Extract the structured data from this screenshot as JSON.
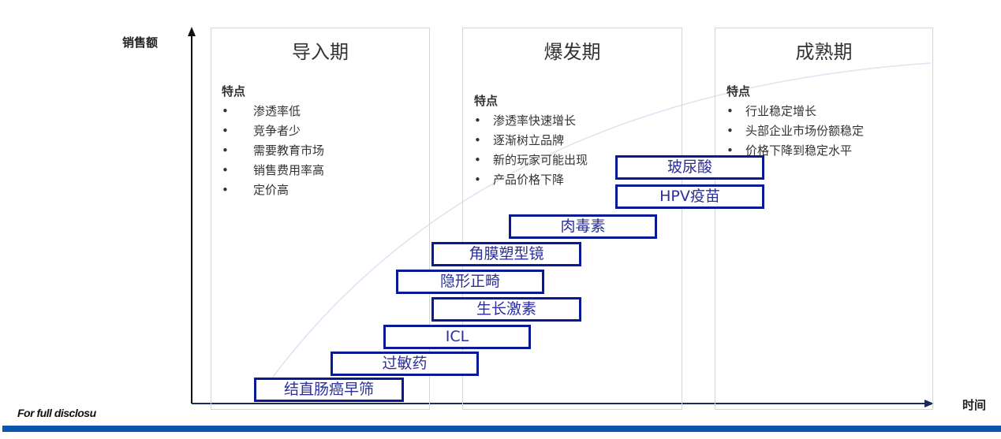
{
  "axis": {
    "y_label": "销售额",
    "x_label": "时间"
  },
  "stages": [
    {
      "title": "导入期",
      "feature_heading": "特点",
      "features": [
        "渗透率低",
        "竞争者少",
        "需要教育市场",
        "销售费用率高",
        "定价高"
      ]
    },
    {
      "title": "爆发期",
      "feature_heading": "特点",
      "features": [
        "渗透率快速增长",
        "逐渐树立品牌",
        "新的玩家可能出现",
        "产品价格下降"
      ]
    },
    {
      "title": "成熟期",
      "feature_heading": "特点",
      "features": [
        "行业稳定增长",
        "头部企业市场份额稳定",
        "价格下降到稳定水平"
      ]
    }
  ],
  "products": [
    "玻尿酸",
    "HPV疫苗",
    "肉毒素",
    "角膜塑型镜",
    "隐形正畸",
    "生长激素",
    "ICL",
    "过敏药",
    "结直肠癌早筛"
  ],
  "footer": {
    "disclosure": "For full disclosu"
  },
  "colors": {
    "box_border": "#0a1a94",
    "footer_bar": "#0b57b0"
  }
}
